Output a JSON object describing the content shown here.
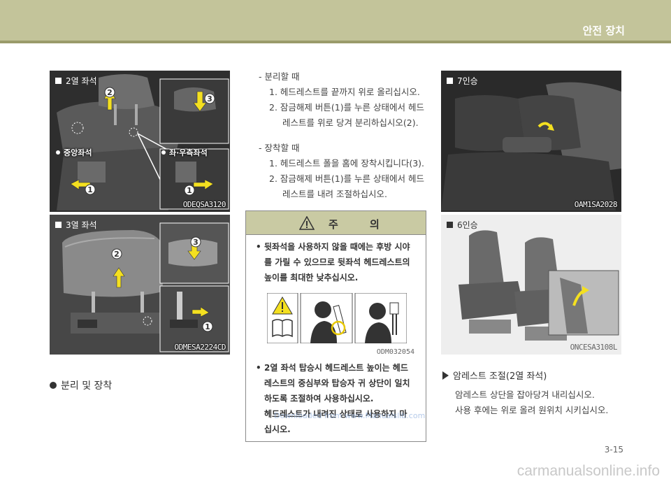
{
  "header": {
    "section_title": "안전 장치"
  },
  "photos": {
    "row2": {
      "label": "2열 좌석",
      "center_label": "중앙좌석",
      "side_label": "좌·우측좌석",
      "code": "ODEQSA3120"
    },
    "row3": {
      "label": "3열 좌석",
      "code": "ODMESA2224CD"
    },
    "seven_seat": {
      "label": "7인승",
      "code": "OAM1SA2028"
    },
    "six_seat": {
      "label": "6인승",
      "code": "ONCESA3108L"
    },
    "callouts": [
      "1",
      "2",
      "3"
    ]
  },
  "left": {
    "bullet_heading": "분리 및 장착"
  },
  "middle": {
    "remove_heading": "- 분리할 때",
    "remove_step1": "1.  헤드레스트를 끝까지 위로 올리십시오.",
    "remove_step2a": "2.  잠금해제 버튼(1)를 누른 상태에서 헤드",
    "remove_step2b": "레스트를 위로 당겨 분리하십시오(2).",
    "install_heading": "- 장착할 때",
    "install_step1": "1.  헤드레스트 폴을 홈에 장착시킵니다(3).",
    "install_step2a": "2.  잠금해제 버튼(1)를 누른 상태에서 헤드",
    "install_step2b": "레스트를 내려 조절하십시오."
  },
  "caution": {
    "title": "주 의",
    "item1_lines": [
      "뒷좌석을 사용하지 않을 때에는 후방 시야",
      "를 가릴 수 있으므로 뒷좌석 헤드레스트의",
      "높이를 최대한 낮추십시오."
    ],
    "image_code": "ODM032054",
    "item2_lines": [
      "2열 좌석 탑승시 헤드레스트 높이는 헤드",
      "레스트의 중심부와 탑승자 귀 상단이 일치",
      "하도록 조절하여 사용하십시오.",
      "헤드레스트가 내려진 상태로 사용하지 마",
      "십시오."
    ],
    "bullet": "•"
  },
  "armrest": {
    "heading": "암레스트 조절(2열 좌석)",
    "line1": "암레스트 상단을 잡아당겨 내리십시오.",
    "line2": "사용 후에는 위로 올려 원위치 시키십시오."
  },
  "watermark": "Downloaded from www.Manualslib.com",
  "page_number": "3-15",
  "footer_text": "carmanualsonline.info",
  "colors": {
    "header": "#c3c49a",
    "caution_header": "#c9caa3",
    "arrow_yellow": "#f4e020"
  }
}
